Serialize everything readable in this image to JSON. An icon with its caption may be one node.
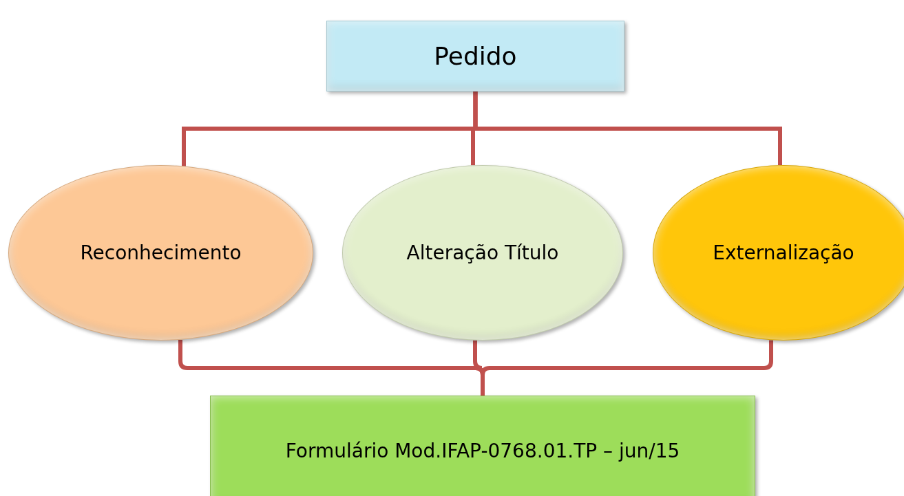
{
  "diagram": {
    "nodes": [
      {
        "text": [
          "Pedido"
        ]
      },
      {
        "text": [
          "Reconhecimento"
        ]
      },
      {
        "text": [
          "Alteração Título"
        ]
      },
      {
        "text": [
          "Externalização"
        ]
      },
      {
        "text": [
          "Formulário Mod.IFAP-0768.01.TP – jun/15"
        ]
      }
    ],
    "edges": [
      {
        "from": 0,
        "to": 1,
        "arrow": "none"
      },
      {
        "from": 0,
        "to": 2,
        "arrow": "none"
      },
      {
        "from": 0,
        "to": 3,
        "arrow": "none"
      },
      {
        "from": 1,
        "to": 4,
        "arrow": "none"
      },
      {
        "from": 2,
        "to": 4,
        "arrow": "none"
      },
      {
        "from": 3,
        "to": 4,
        "arrow": "none"
      }
    ]
  }
}
